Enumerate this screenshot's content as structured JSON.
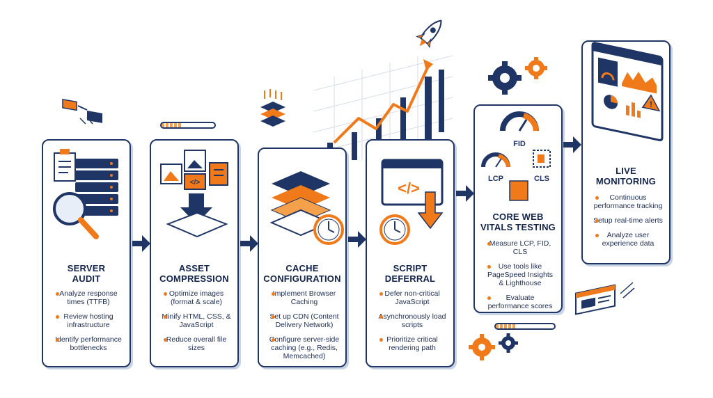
{
  "steps": [
    {
      "title_line1": "SERVER",
      "title_line2": "AUDIT",
      "bullets": [
        "Analyze response times (TTFB)",
        "Review hosting infrastructure",
        "Identify performance bottlenecks"
      ]
    },
    {
      "title_line1": "ASSET",
      "title_line2": "COMPRESSION",
      "bullets": [
        "Optimize images (format & scale)",
        "Minify HTML, CSS, & JavaScript",
        "Reduce overall file sizes"
      ]
    },
    {
      "title_line1": "CACHE",
      "title_line2": "CONFIGURATION",
      "bullets": [
        "Implement Browser Caching",
        "Set up CDN (Content Delivery Network)",
        "Configure server-side caching (e.g., Redis, Memcached)"
      ]
    },
    {
      "title_line1": "SCRIPT",
      "title_line2": "DEFERRAL",
      "bullets": [
        "Defer non-critical JavaScript",
        "Asynchronously load scripts",
        "Prioritize critical rendering path"
      ]
    },
    {
      "title_line1": "CORE WEB",
      "title_line2": "VITALS TESTING",
      "bullets": [
        "Measure LCP, FID, CLS",
        "Use tools like PageSpeed Insights & Lighthouse",
        "Evaluate performance scores"
      ]
    },
    {
      "title_line1": "LIVE",
      "title_line2": "MONITORING",
      "bullets": [
        "Continuous performance tracking",
        "Setup real-time alerts",
        "Analyze user experience data"
      ]
    }
  ],
  "vitals_labels": {
    "fid": "FID",
    "lcp": "LCP",
    "cls": "CLS"
  },
  "code_symbol": "</>",
  "colors": {
    "navy": "#1f3566",
    "orange": "#f07a1a",
    "light_blue": "#c9d3e6"
  }
}
